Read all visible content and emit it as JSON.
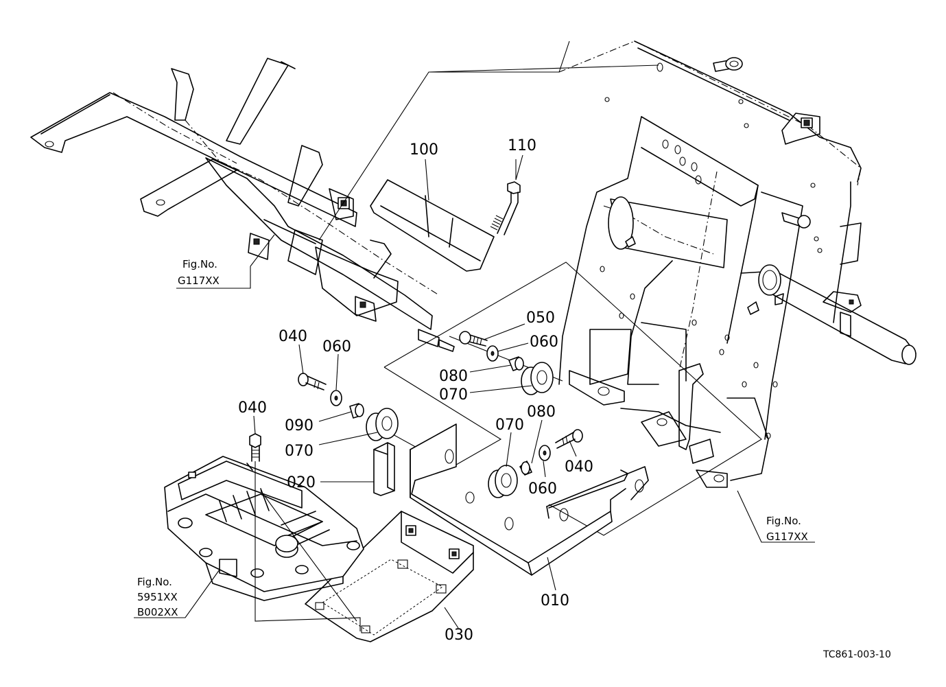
{
  "labels": {
    "p100": "100",
    "p110": "110",
    "p050": "050",
    "p060a": "060",
    "p080a": "080",
    "p070a": "070",
    "p040a": "040",
    "p060b": "060",
    "p090": "090",
    "p070b": "070",
    "p040b": "040",
    "p020": "020",
    "p070c": "070",
    "p080b": "080",
    "p040c": "040",
    "p060c": "060",
    "p010": "010",
    "p030": "030"
  },
  "refs": {
    "left": {
      "line1": "Fig.No.",
      "line2": "G117XX"
    },
    "right": {
      "line1": "Fig.No.",
      "line2": "G117XX"
    },
    "bottom": {
      "line1": "Fig.No.",
      "line2": "5951XX",
      "line3": "B002XX"
    }
  },
  "drawing_code": "TC861-003-10"
}
